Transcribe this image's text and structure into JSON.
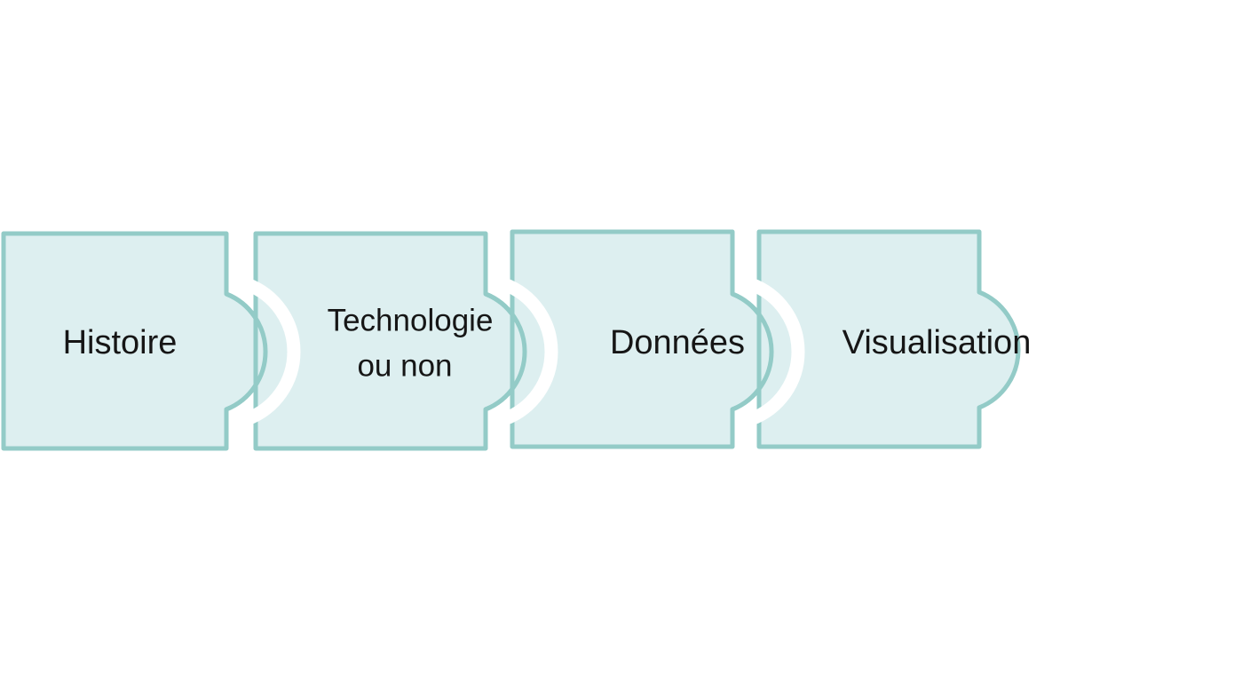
{
  "pieces": [
    {
      "label": "Histoire"
    },
    {
      "label_line1": "Technologie",
      "label_line2": "ou non"
    },
    {
      "label": "Données"
    },
    {
      "label": "Visualisation"
    }
  ],
  "colors": {
    "fill": "#ddeff0",
    "stroke": "#93cbc7",
    "text": "#161616"
  }
}
